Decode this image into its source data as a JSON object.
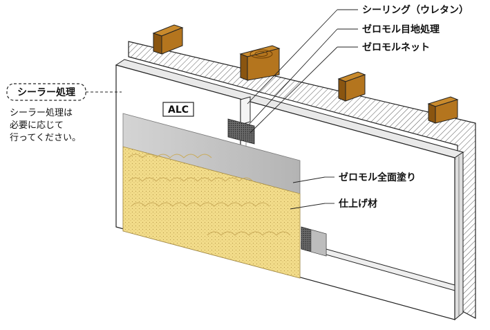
{
  "labels": {
    "sealing": "シーリング（ウレタン）",
    "joint_treatment": "ゼロモル目地処理",
    "mesh": "ゼロモルネット",
    "sealer": "シーラー処理",
    "sealer_note": [
      "シーラー処理は",
      "必要に応じて",
      "行ってください。"
    ],
    "panel": "ALC",
    "full_coat": "ゼロモル全面塗り",
    "finish": "仕上げ材"
  },
  "colors": {
    "wood": "#b4751e",
    "wood_dark": "#8a5510",
    "finish": "#f2dc8a",
    "coat": "#c9c9c9",
    "mesh": "#444444",
    "panel": "#ffffff",
    "outline": "#222222"
  }
}
